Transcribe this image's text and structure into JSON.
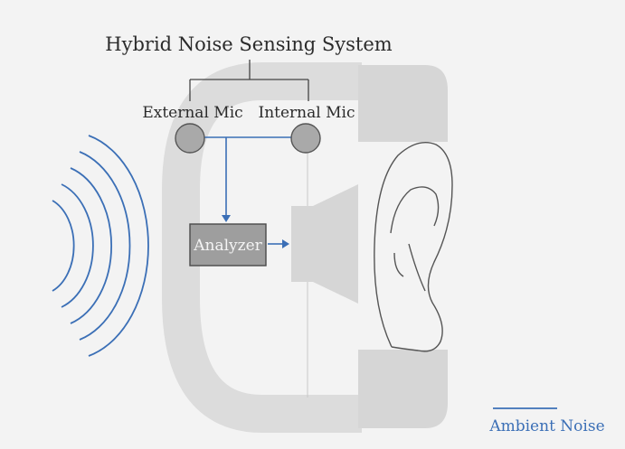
{
  "title": "Hybrid Noise Sensing System",
  "external_mic_label": "External Mic",
  "internal_mic_label": "Internal Mic",
  "analyzer_label": "Analyzer",
  "legend_label": "Ambient Noise",
  "colors": {
    "background": "#f3f3f3",
    "headphone": "#dcdcdc",
    "earcup": "#d6d6d6",
    "ear_outline": "#555555",
    "wave_blue": "#3b6fb6",
    "mic_fill": "#a9a9a9",
    "analyzer_fill": "#9e9e9e",
    "speaker_fill": "#d6d6d6"
  }
}
